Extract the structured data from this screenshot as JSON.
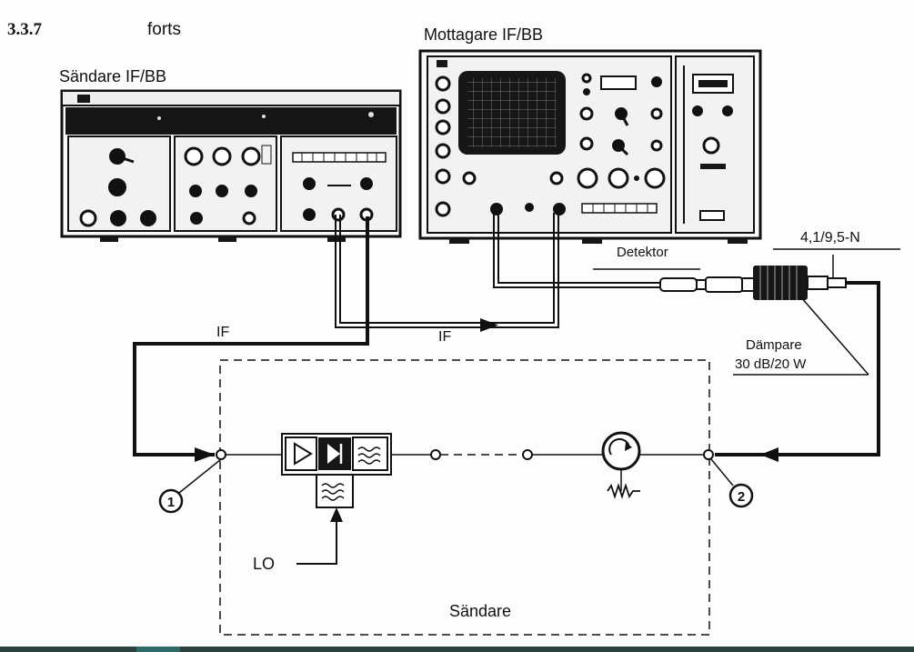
{
  "section": {
    "number": "3.3.7",
    "note": "forts"
  },
  "instruments": {
    "transmitter_label": "Sändare IF/BB",
    "receiver_label": "Mottagare IF/BB"
  },
  "connections": {
    "if_label_1": "IF",
    "if_label_2": "IF",
    "detector_label": "Detektor",
    "adapter_label": "4,1/9,5-N",
    "attenuator_line1": "Dämpare",
    "attenuator_line2": "30 dB/20 W"
  },
  "block": {
    "lo_label": "LO",
    "box_label": "Sändare",
    "port1": "1",
    "port2": "2"
  }
}
